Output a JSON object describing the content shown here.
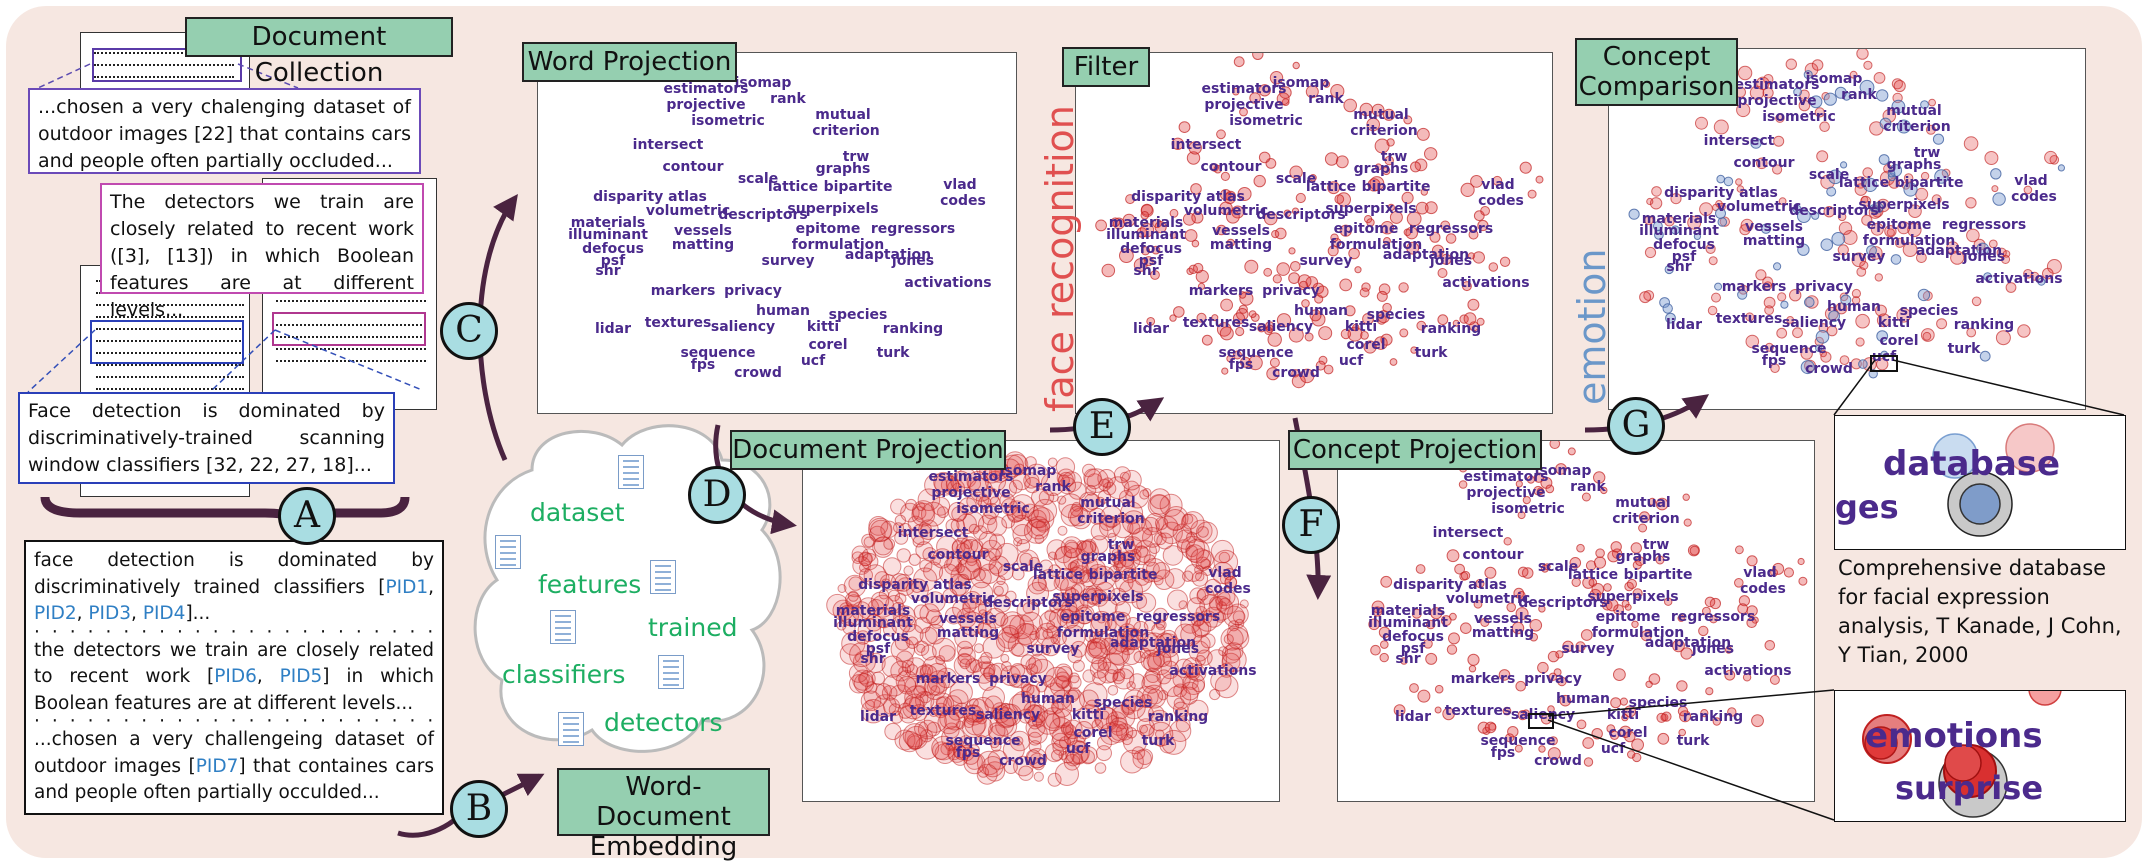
{
  "labels": {
    "doc_collection": "Document Collection",
    "word_projection": "Word Projection",
    "filter": "Filter",
    "concept_comparison_line1": "Concept",
    "concept_comparison_line2": "Comparison",
    "document_projection": "Document Projection",
    "concept_projection": "Concept Projection",
    "word_doc_embedding_line1": "Word-Document",
    "word_doc_embedding_line2": "Embedding"
  },
  "badges": {
    "a": "A",
    "b": "B",
    "c": "C",
    "d": "D",
    "e": "E",
    "f": "F",
    "g": "G"
  },
  "side_words": {
    "face_recognition": "face recognition",
    "emotion": "emotion"
  },
  "snippets": {
    "s1": "...chosen a very chalenging dataset of outdoor images [22] that contains cars and people often partially occluded...",
    "s2": "The detectors we train are closely related to recent work ([3], [13]) in which Boolean features are at different levels...",
    "s3": "Face detection is dominated by discriminatively-trained scanning window classifiers [32, 22, 27, 18]..."
  },
  "annotated": {
    "p1_text": "face detection is dominated by discriminatively trained classifiers [",
    "p1_pids": [
      "PID1",
      "PID2",
      "PID3",
      "PID4"
    ],
    "p1_end": "]...",
    "p2_text": "the detectors we train are closely related to recent work [",
    "p2_pids": [
      "PID6",
      "PID5"
    ],
    "p2_end": "] in which Boolean features are at different levels...",
    "p3_text": "...chosen a very challengeing dataset of outdoor images [",
    "p3_pids": [
      "PID7"
    ],
    "p3_end": "] that containes cars and people often partially occulded..."
  },
  "cloud_words": [
    "dataset",
    "features",
    "trained",
    "classifiers",
    "detectors"
  ],
  "words": [
    "isomap",
    "estimators",
    "rank",
    "projective",
    "mutual",
    "isometric",
    "criterion",
    "intersect",
    "trw",
    "contour",
    "graphs",
    "scale",
    "lattice",
    "bipartite",
    "vlad",
    "disparity atlas",
    "codes",
    "volumetric",
    "superpixels",
    "descriptors",
    "materials",
    "vessels",
    "epitome",
    "regressors",
    "illuminant",
    "matting",
    "formulation",
    "defocus",
    "adaptation",
    "psf",
    "survey",
    "jones",
    "shr",
    "activations",
    "markers",
    "privacy",
    "human",
    "species",
    "textures",
    "saliency",
    "lidar",
    "kitti",
    "ranking",
    "corel",
    "sequence",
    "turk",
    "fps",
    "ucf",
    "crowd"
  ],
  "zoom1": {
    "words": [
      "database",
      "ges"
    ],
    "caption": "Comprehensive database for facial expression analysis, T Kanade, J Cohn, Y Tian, 2000"
  },
  "zoom2": {
    "words": [
      "emotions",
      "surprise"
    ]
  },
  "colors": {
    "word": "#4b2a8c",
    "green_box": "#95cfb0",
    "badge": "#a9dde2",
    "arrow": "#4a2340",
    "red_dot": "#e03a3a",
    "blue_dot": "#7c9bd0",
    "face_recognition": "#e05050",
    "emotion": "#6b97c9"
  }
}
